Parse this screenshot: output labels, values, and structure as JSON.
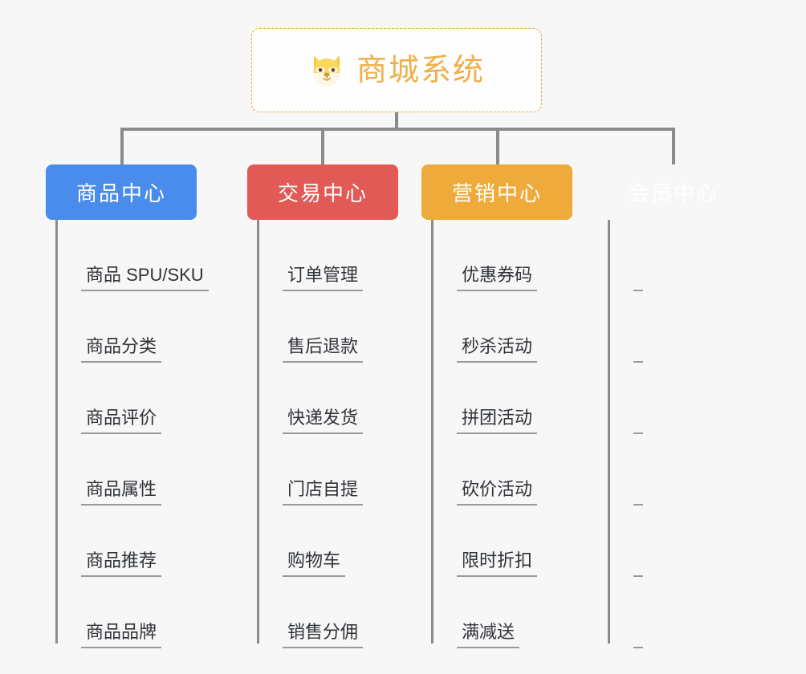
{
  "page": {
    "background_color": "#f7f7f7",
    "line_color": "#8b8b8b"
  },
  "root": {
    "title": "商城系统",
    "icon": "shiba-dog-face-icon",
    "text_color": "#eeb04a",
    "border_color": "#eaa83e",
    "border_style": "dashed"
  },
  "columns": [
    {
      "title": "商品中心",
      "color": "#4a8ceb",
      "items": [
        "商品 SPU/SKU",
        "商品分类",
        "商品评价",
        "商品属性",
        "商品推荐",
        "商品品牌"
      ]
    },
    {
      "title": "交易中心",
      "color": "#e25a56",
      "items": [
        "订单管理",
        "售后退款",
        "快递发货",
        "门店自提",
        "购物车",
        "销售分佣"
      ]
    },
    {
      "title": "营销中心",
      "color": "#eeab3c",
      "items": [
        "优惠券码",
        "秒杀活动",
        "拼团活动",
        "砍价活动",
        "限时折扣",
        "满减送"
      ]
    },
    {
      "title": "会员中心",
      "color": "#79c martial"
    }
  ]
}
